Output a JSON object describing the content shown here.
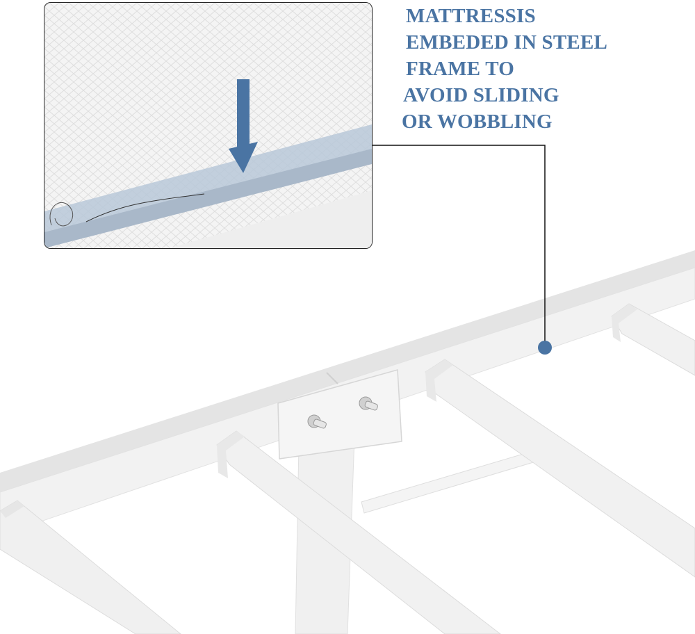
{
  "callout": {
    "lines": [
      "MATTRESSIS",
      "EMBEDED IN STEEL",
      "FRAME TO",
      "AVOID SLIDING",
      "OR WOBBLING"
    ],
    "text_color": "#4a74a3",
    "marker_color": "#4a74a3",
    "leader_line_color": "#111111"
  },
  "inset": {
    "subject": "mattress edge embedded in steel frame",
    "arrow_icon": "down-arrow-icon",
    "arrow_color": "#4a74a3",
    "frame_rail_color": "#b9c8d8"
  },
  "main_photo": {
    "subject": "white metal bed frame with slats, connecting bracket with bolts, and center support leg",
    "frame_color": "#f2f2f2",
    "shadow_color": "#dcdcdc"
  }
}
